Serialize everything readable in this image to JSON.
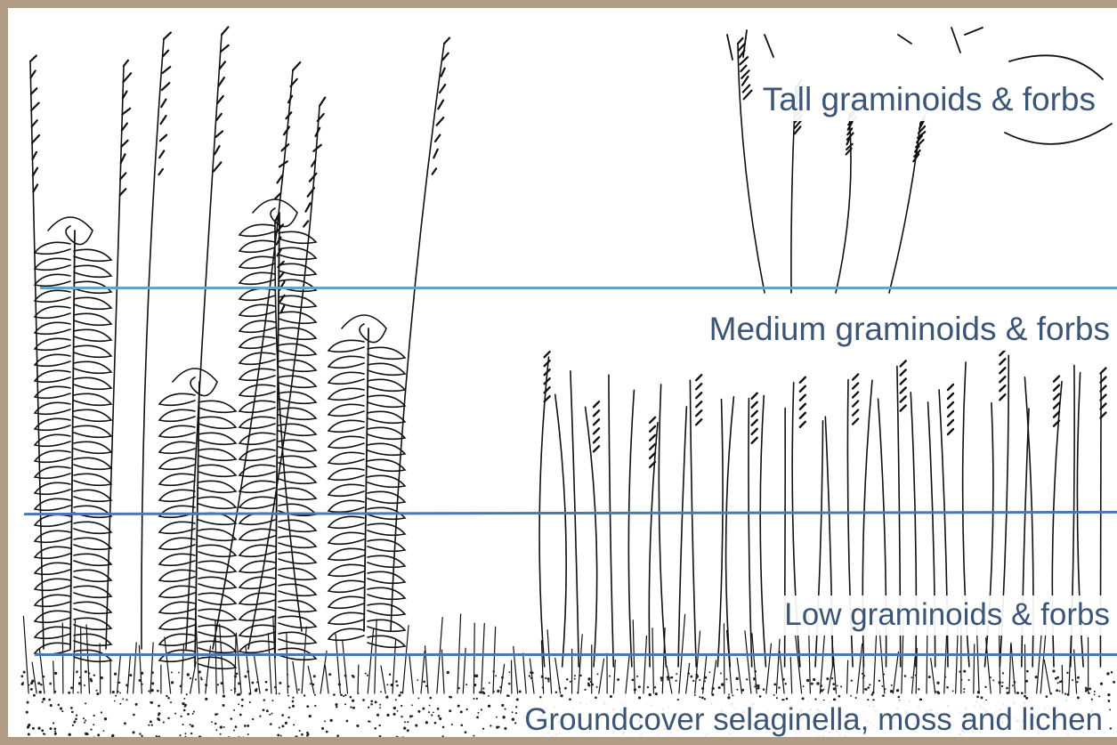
{
  "layers": [
    {
      "id": "tall",
      "label": "Tall graminoids & forbs"
    },
    {
      "id": "medium",
      "label": "Medium graminoids & forbs"
    },
    {
      "id": "low",
      "label": "Low graminoids & forbs"
    },
    {
      "id": "ground",
      "label": "Groundcover selaginella, moss and lichen"
    }
  ],
  "colors": {
    "frame": "#b09b85",
    "label_text": "#3b5577",
    "line_top": "#5fa9c0",
    "line_mid": "#4a78b4",
    "line_bottom": "#4a78b4",
    "ink": "#111111"
  },
  "icons": [
    "plant-sketch-illustration"
  ]
}
